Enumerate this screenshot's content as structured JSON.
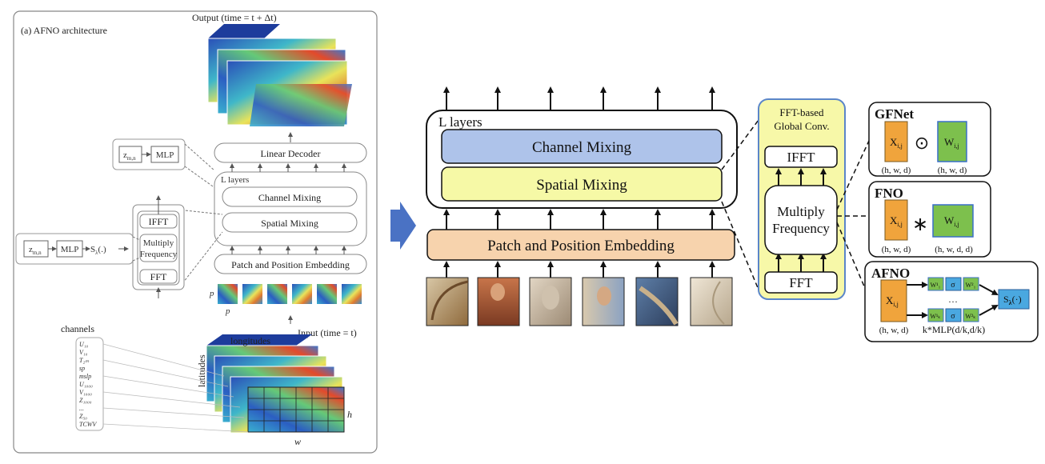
{
  "colors": {
    "blue_box": "#aec3ea",
    "yellow_box": "#f6f9a6",
    "orange_box": "#f7d3ad",
    "fft_panel": "#f7f8a8",
    "fft_panel_border": "#5b86c9",
    "x_block": "#f0a43c",
    "w_block": "#7dc04d",
    "afno_small": "#4aa8e0",
    "arrow_blue": "#4a72c4"
  },
  "left_panel": {
    "panel_title": "(a) AFNO architecture",
    "output_label": "Output (time = t + Δt)",
    "linear_decoder": "Linear Decoder",
    "l_layers": "L layers",
    "channel_mixing": "Channel Mixing",
    "spatial_mixing": "Spatial Mixing",
    "patch_embedding": "Patch and Position Embedding",
    "ifft": "IFFT",
    "multiply_frequency_1": "Multiply",
    "multiply_frequency_2": "Frequency",
    "fft": "FFT",
    "z_top": "z",
    "z_top_sub": "m,n",
    "mlp_top": "MLP",
    "z_left": "z",
    "z_left_sub": "m,n",
    "mlp_left": "MLP",
    "s_lambda": "S",
    "s_lambda_sub": "λ",
    "s_lambda_rest": "(.)",
    "p_label": "p",
    "p_label_2": "p",
    "input_label": "Input (time = t)",
    "channels_title": "channels",
    "channels": [
      "U₁₀",
      "V₁₀",
      "T₂ₘ",
      "sp",
      "mslp",
      "U₁₀₀₀",
      "V₁₀₀₀",
      "Z₁₀₀₀",
      "...",
      "Z₅₀",
      "TCWV"
    ],
    "longitudes": "longitudes",
    "latitudes": "latitudes",
    "h_label": "h",
    "w_label": "w"
  },
  "main": {
    "l_layers": "L layers",
    "channel_mixing": "Channel Mixing",
    "spatial_mixing": "Spatial Mixing",
    "patch_embedding": "Patch and Position Embedding"
  },
  "fft_panel": {
    "title_1": "FFT-based",
    "title_2": "Global Conv.",
    "ifft": "IFFT",
    "multiply_1": "Multiply",
    "multiply_2": "Frequency",
    "fft": "FFT"
  },
  "gfnet": {
    "title": "GFNet",
    "x_label": "X",
    "x_sub": "i,j",
    "op": "⊙",
    "w_label": "W",
    "w_sub": "i,j",
    "x_dims": "(h, w, d)",
    "w_dims": "(h, w, d)"
  },
  "fno": {
    "title": "FNO",
    "x_label": "X",
    "x_sub": "i,j",
    "op": "∗",
    "w_label": "W",
    "w_sub": "i,j",
    "x_dims": "(h, w, d)",
    "w_dims": "(h, w, d, d)"
  },
  "afno": {
    "title": "AFNO",
    "x_label": "X",
    "x_sub": "i,j",
    "w1": "W¹₁",
    "w2": "W²₁",
    "w1k": "W¹ₖ",
    "w2k": "W²ₖ",
    "sigma": "σ",
    "dots": "…",
    "s_lambda": "S",
    "s_lambda_sub": "λ",
    "s_lambda_rest": "(·)",
    "x_dims": "(h, w, d)",
    "mlp_label": "k*MLP(d/k,d/k)"
  }
}
